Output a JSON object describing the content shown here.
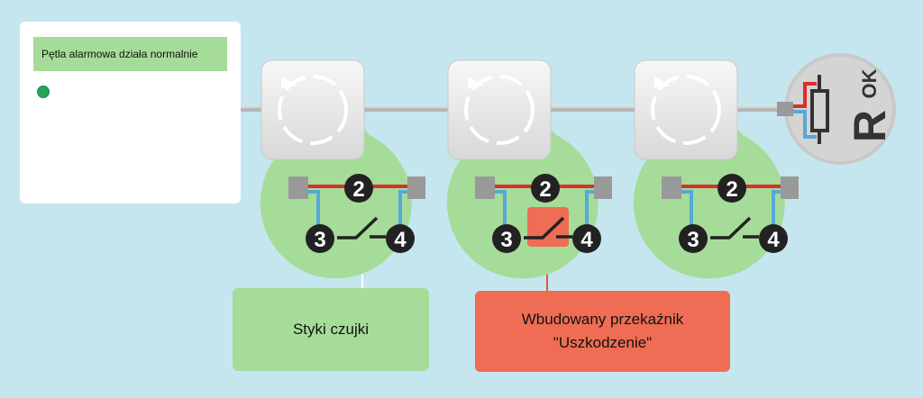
{
  "panel": {
    "status_text": "Pętla alarmowa działa normalnie",
    "indicator": "green-led"
  },
  "detectors": [
    {
      "contact_label_top": "2",
      "contact_label_left": "3",
      "contact_label_right": "4",
      "fault_relay_highlighted": false
    },
    {
      "contact_label_top": "2",
      "contact_label_left": "3",
      "contact_label_right": "4",
      "fault_relay_highlighted": true
    },
    {
      "contact_label_top": "2",
      "contact_label_left": "3",
      "contact_label_right": "4",
      "fault_relay_highlighted": false
    }
  ],
  "end_of_line": {
    "label_main": "R",
    "label_sub": "OK"
  },
  "callouts": {
    "detector_contacts": "Styki czujki",
    "fault_relay_line1": "Wbudowany przekaźnik",
    "fault_relay_line2": "\"Uszkodzenie\""
  },
  "colors": {
    "background": "#c5e6ef",
    "ok_green": "#a6dc99",
    "fault_red": "#ee6d54",
    "positive_wire": "#d9302a",
    "negative_wire": "#55a9d8"
  }
}
